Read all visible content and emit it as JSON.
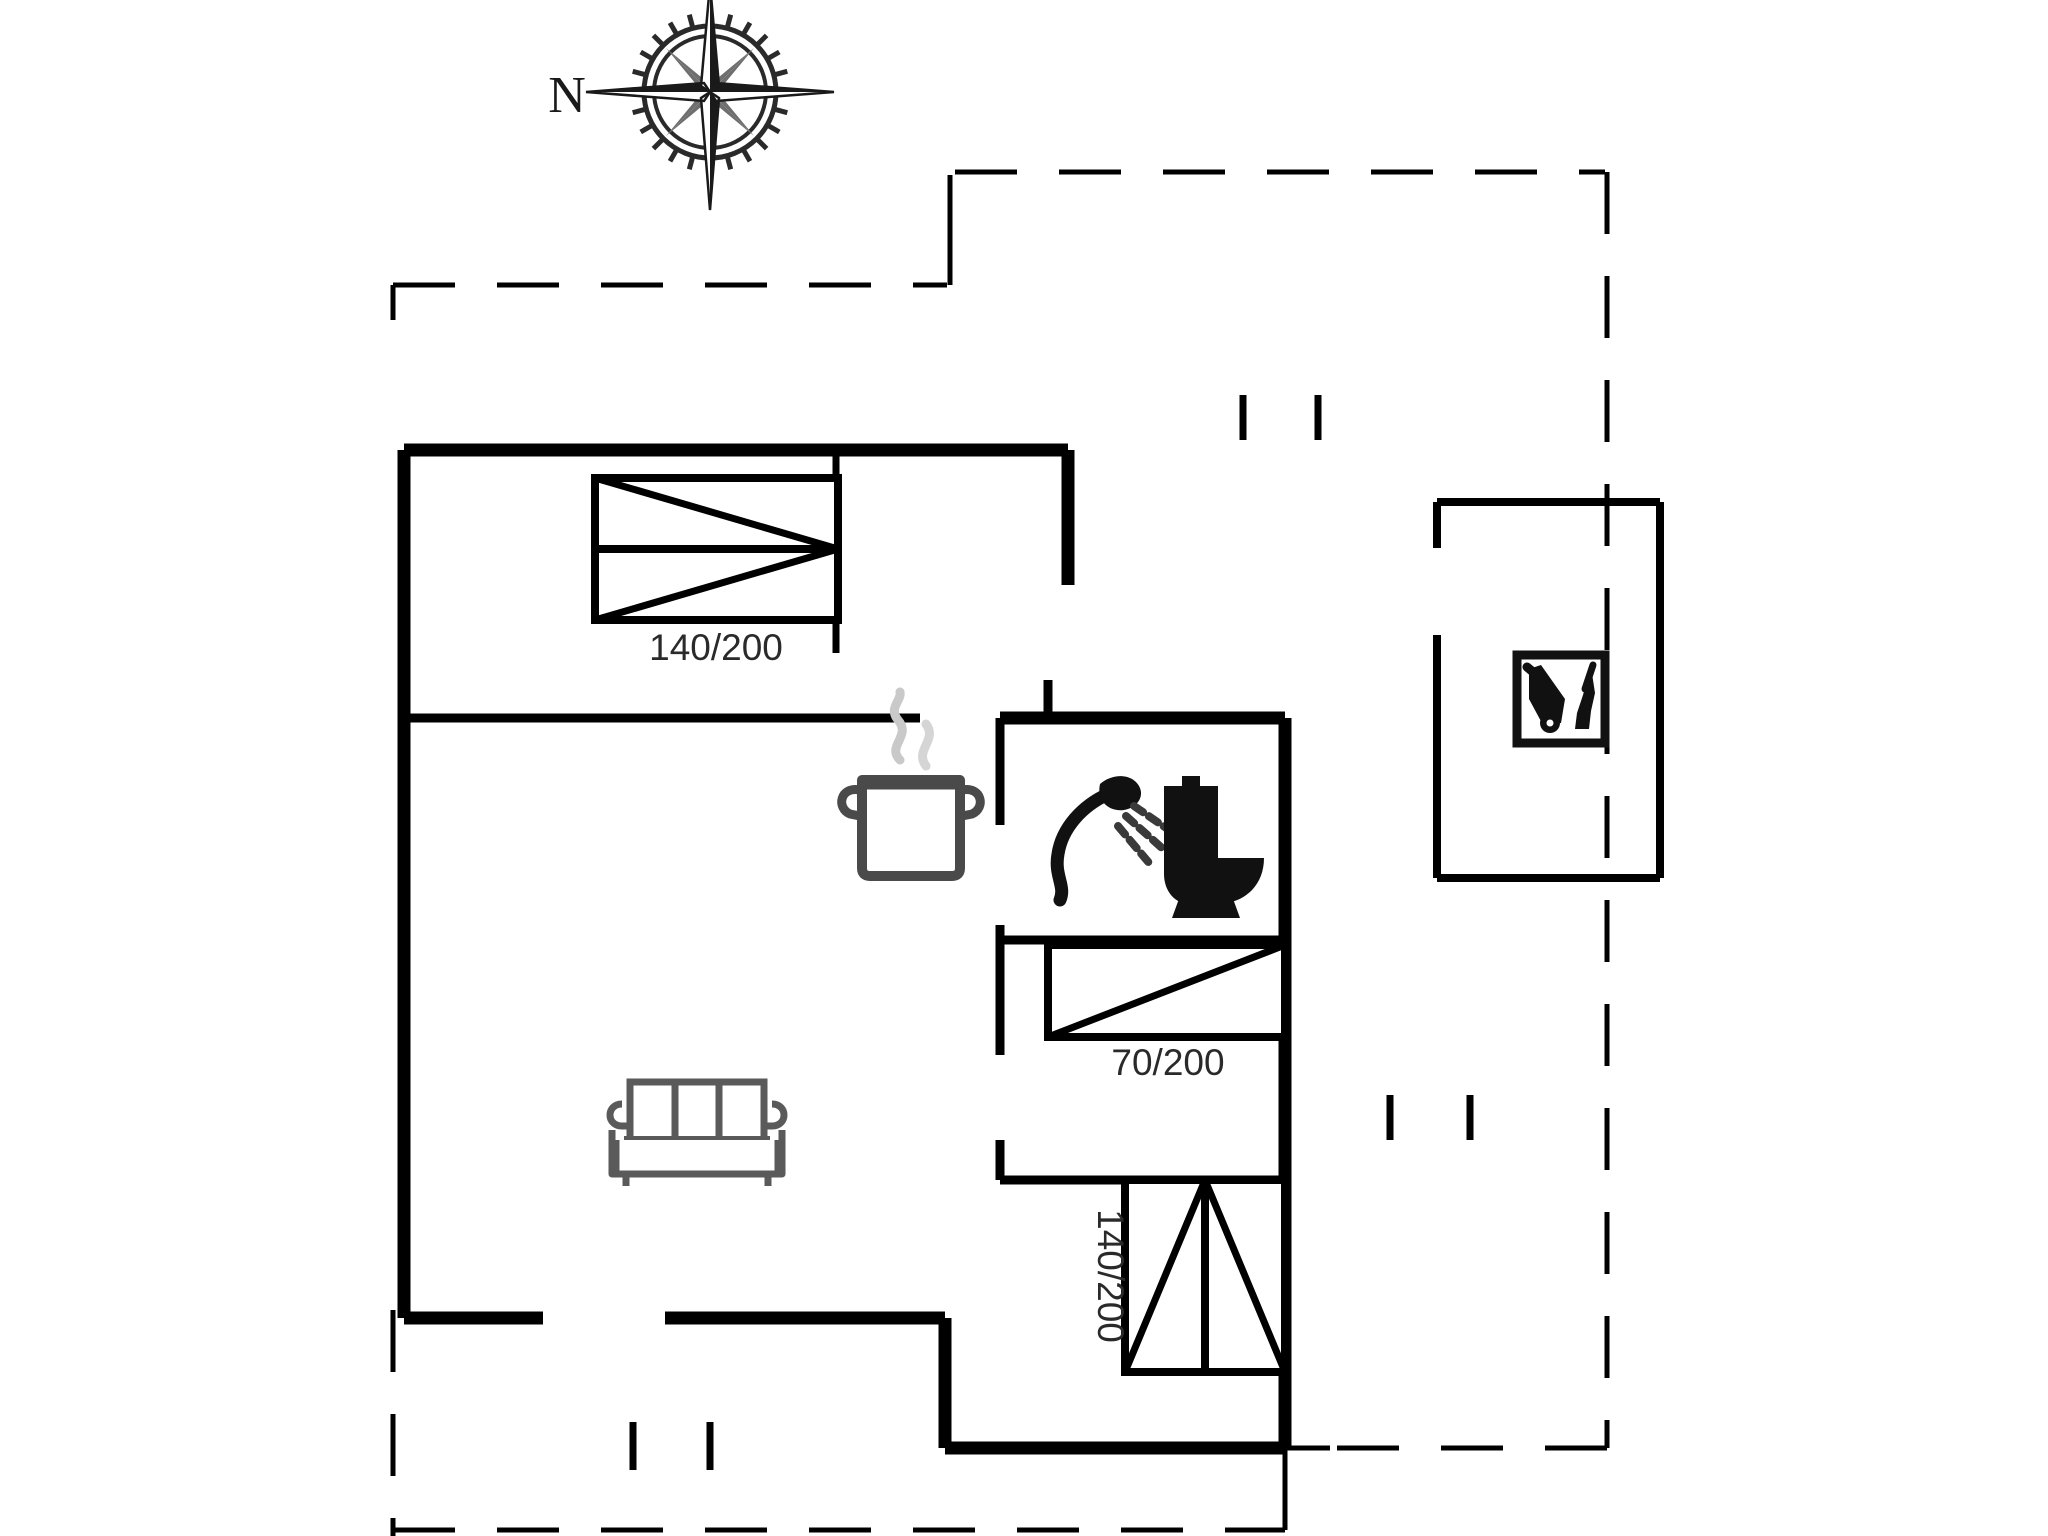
{
  "plan": {
    "type": "architectural-floor-plan",
    "title": "Holiday house floor plan",
    "background_color": "#ffffff",
    "line_color": "#000000",
    "wall_color": "#000000",
    "text_color": "#2a2a2a"
  },
  "compass": {
    "label": "N",
    "icon": "compass-rose-icon",
    "orientation": "north-up"
  },
  "rooms": [
    {
      "name": "bedroom-upper",
      "furniture": [
        "double-bed"
      ]
    },
    {
      "name": "living-kitchen",
      "furniture": [
        "cooking-pot",
        "sofa"
      ]
    },
    {
      "name": "bathroom",
      "furniture": [
        "shower",
        "toilet"
      ]
    },
    {
      "name": "bedroom-middle",
      "furniture": [
        "single-bed"
      ]
    },
    {
      "name": "bedroom-lower",
      "furniture": [
        "double-bed"
      ]
    },
    {
      "name": "shed",
      "furniture": [
        "garden-tools"
      ]
    }
  ],
  "beds": {
    "upper_double": {
      "label": "140/200",
      "orientation": "horizontal",
      "type": "double-bed"
    },
    "single": {
      "label": "70/200",
      "orientation": "horizontal",
      "type": "single-bed"
    },
    "lower_double": {
      "label": "140/200",
      "orientation": "vertical",
      "type": "double-bed"
    }
  },
  "icons": {
    "pot": "cooking-pot-icon",
    "sofa": "sofa-icon",
    "shower": "shower-icon",
    "toilet": "toilet-icon",
    "tools": "garden-tools-icon",
    "compass": "compass-rose-icon"
  },
  "terrace": {
    "name": "terrace-outline",
    "line_style": "dashed"
  }
}
